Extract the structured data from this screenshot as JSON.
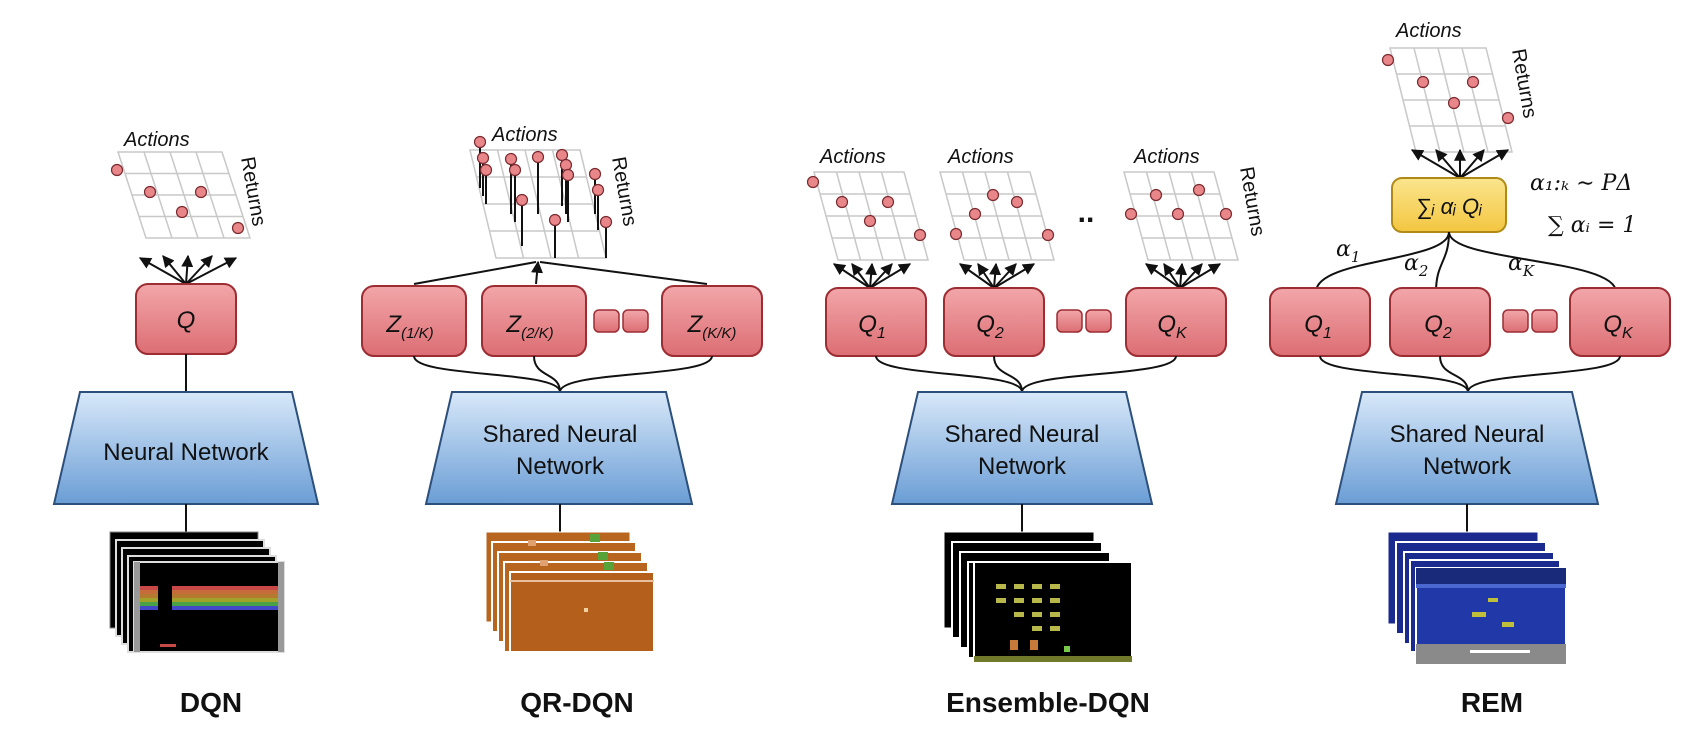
{
  "panels": [
    {
      "title": "DQN",
      "network_label_lines": [
        "Neural Network"
      ],
      "heads": [
        {
          "main": "Q",
          "sub": ""
        }
      ],
      "grids": [
        {
          "label": "Actions",
          "axis": "Returns"
        }
      ],
      "game": "breakout"
    },
    {
      "title": "QR-DQN",
      "network_label_lines": [
        "Shared Neural",
        "Network"
      ],
      "heads": [
        {
          "main": "Z",
          "sub": "(1/K)"
        },
        {
          "main": "Z",
          "sub": "(2/K)"
        },
        {
          "main": "Z",
          "sub": "(K/K)"
        }
      ],
      "grids": [
        {
          "label": "Actions",
          "axis": "Returns"
        }
      ],
      "game": "qbert"
    },
    {
      "title": "Ensemble-DQN",
      "network_label_lines": [
        "Shared Neural",
        "Network"
      ],
      "heads": [
        {
          "main": "Q",
          "sub": "1"
        },
        {
          "main": "Q",
          "sub": "2"
        },
        {
          "main": "Q",
          "sub": "K"
        }
      ],
      "grids": [
        {
          "label": "Actions",
          "axis": ""
        },
        {
          "label": "Actions",
          "axis": ""
        },
        {
          "label": "Actions",
          "axis": "Returns"
        }
      ],
      "ellipsis": "..",
      "game": "space-invaders"
    },
    {
      "title": "REM",
      "network_label_lines": [
        "Shared Neural",
        "Network"
      ],
      "heads": [
        {
          "main": "Q",
          "sub": "1"
        },
        {
          "main": "Q",
          "sub": "2"
        },
        {
          "main": "Q",
          "sub": "K"
        }
      ],
      "grids": [
        {
          "label": "Actions",
          "axis": "Returns"
        }
      ],
      "combiner": "∑ᵢ αᵢ Qᵢ",
      "weights": [
        {
          "main": "α",
          "sub": "1"
        },
        {
          "main": "α",
          "sub": "2"
        },
        {
          "main": "α",
          "sub": "K"
        }
      ],
      "formula_1": "α₁:ₖ ∼ PΔ",
      "formula_2": "∑ αᵢ = 1",
      "game": "seaquest"
    }
  ],
  "colors": {
    "head_fill": "#e7878b",
    "head_stroke": "#9b2d33",
    "net_fill_top": "#d4e6f8",
    "net_fill_bottom": "#6b9fd6",
    "net_stroke": "#2c4f7c",
    "combiner_fill": "#f8d466",
    "dot_fill": "#e8868a"
  }
}
